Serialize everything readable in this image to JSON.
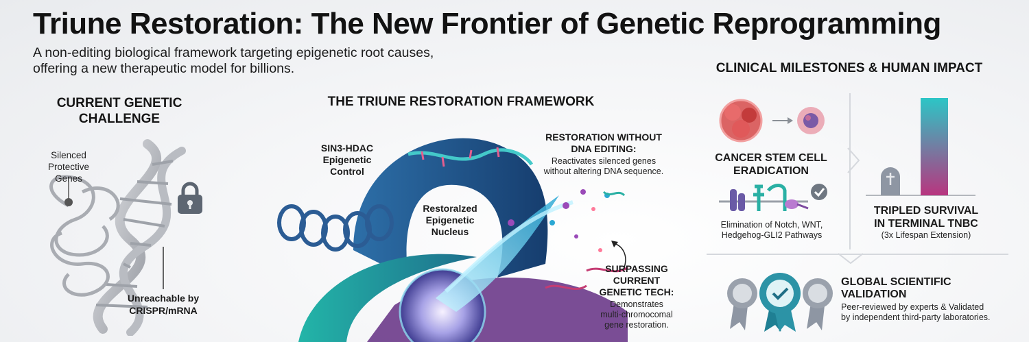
{
  "header": {
    "title": "Triune Restoration: The New Frontier of Genetic Reprogramming",
    "subtitle_line1": "A non-editing biological framework targeting epigenetic root causes,",
    "subtitle_line2": "offering a new therapeutic model for billions."
  },
  "left_panel": {
    "heading_line1": "CURRENT GENETIC",
    "heading_line2": "CHALLENGE",
    "silenced_line1": "Silenced",
    "silenced_line2": "Protective",
    "silenced_line3": "Genes",
    "unreachable_line1": "Unreachable by",
    "unreachable_line2": "CRISPR/mRNA",
    "icons": [
      "dna-strand-icon",
      "padlock-icon"
    ]
  },
  "center_panel": {
    "heading": "THE TRIUNE RESTORATION FRAMEWORK",
    "sin3_line1": "SIN3-HDAC",
    "sin3_line2": "Epigenetic",
    "sin3_line3": "Control",
    "nucleus_line1": "Restoralzed",
    "nucleus_line2": "Epigenetic",
    "nucleus_line3": "Nucleus",
    "restoration_title_line1": "RESTORATION WITHOUT",
    "restoration_title_line2": "DNA EDITING:",
    "restoration_desc_line1": "Reactivates silenced genes",
    "restoration_desc_line2": "without altering DNA sequence.",
    "surpassing_title_line1": "SURPASSING",
    "surpassing_title_line2": "CURRENT",
    "surpassing_title_line3": "GENETIC TECH:",
    "surpassing_desc_line1": "Demonstrates",
    "surpassing_desc_line2": "multi-chromocomal",
    "surpassing_desc_line3": "gene restoration."
  },
  "right_panel": {
    "heading": "CLINICAL MILESTONES & HUMAN IMPACT",
    "cancer_title_line1": "CANCER STEM CELL",
    "cancer_title_line2": "ERADICATION",
    "cancer_desc_line1": "Elimination of Notch, WNT,",
    "cancer_desc_line2": "Hedgehog-GLI2 Pathways",
    "survival_title_line1": "TRIPLED SURVIVAL",
    "survival_title_line2": "IN TERMINAL TNBC",
    "survival_desc": "(3x Lifespan Extension)",
    "validation_title_line1": "GLOBAL SCIENTIFIC",
    "validation_title_line2": "VALIDATION",
    "validation_desc_line1": "Peer-reviewed by experts & Validated",
    "validation_desc_line2": "by independent third-party laboratories.",
    "icons": [
      "cancer-cell-icon",
      "arrow-right-icon",
      "shrunk-cell-icon",
      "pathway-receptors-icon",
      "check-circle-icon",
      "tombstone-icon",
      "survival-bar-icon",
      "award-ribbon-icon"
    ]
  },
  "colors": {
    "deep_blue": "#1f4f86",
    "teal": "#1fb3b0",
    "purple": "#6b3a8a",
    "cancer_red": "#d64a4a",
    "bar_top": "#2cc6c6",
    "bar_bottom": "#b8357f",
    "award_teal": "#2c93a6",
    "award_gray": "#8e96a3"
  }
}
